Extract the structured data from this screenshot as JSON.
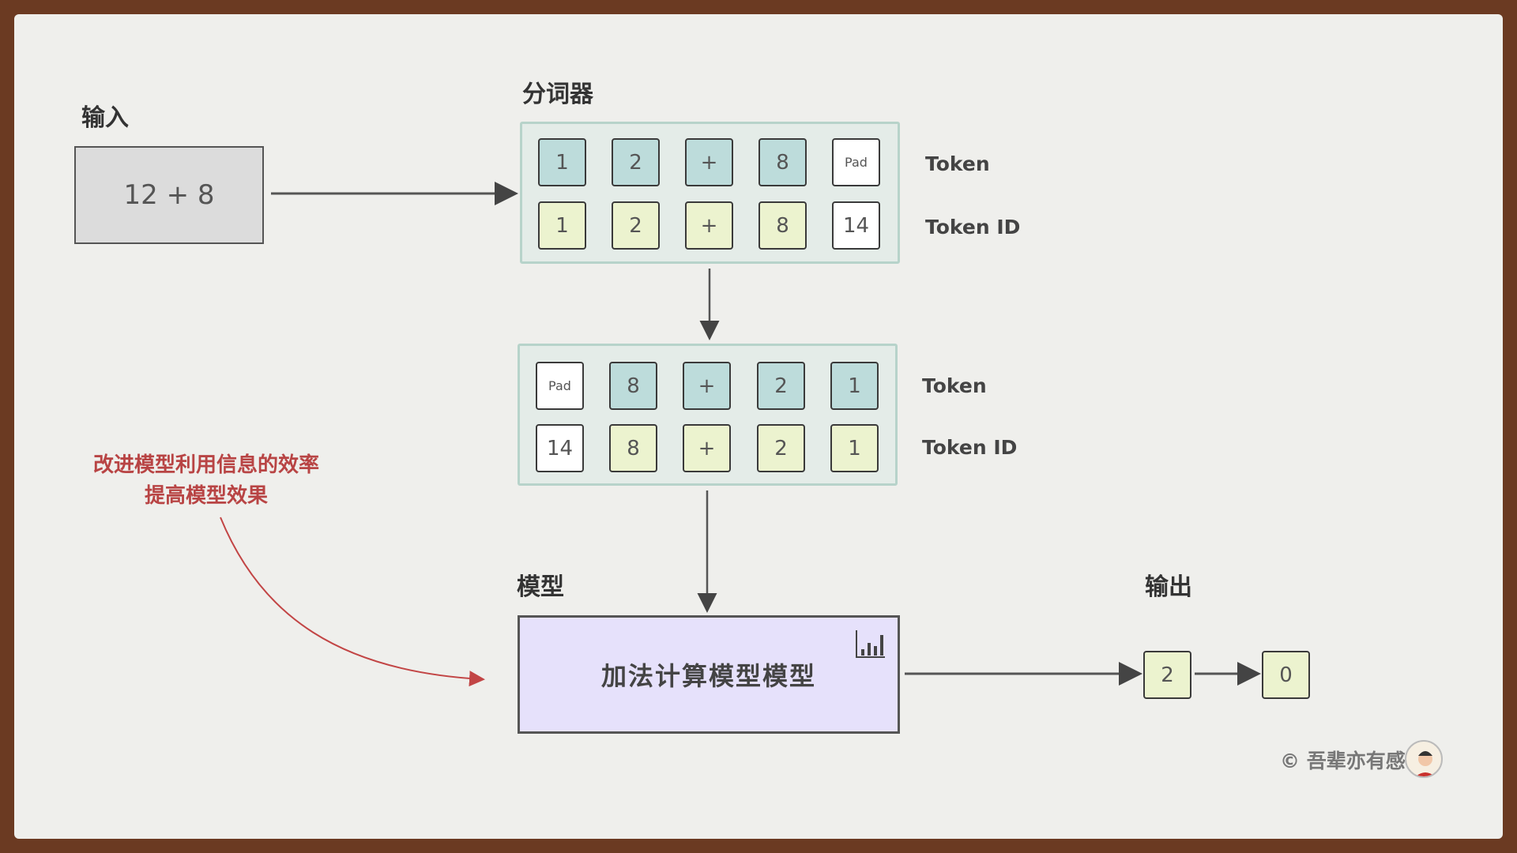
{
  "input": {
    "label": "输入",
    "value": "12 + 8"
  },
  "tokenizer": {
    "label": "分词器",
    "row_labels": {
      "token": "Token",
      "token_id": "Token ID"
    },
    "before": {
      "tokens": [
        "1",
        "2",
        "+",
        "8",
        "Pad"
      ],
      "ids": [
        "1",
        "2",
        "+",
        "8",
        "14"
      ]
    },
    "after": {
      "tokens": [
        "Pad",
        "8",
        "+",
        "2",
        "1"
      ],
      "ids": [
        "14",
        "8",
        "+",
        "2",
        "1"
      ]
    }
  },
  "model": {
    "label": "模型",
    "name": "加法计算模型模型",
    "icon": "bar-chart-icon"
  },
  "output": {
    "label": "输出",
    "values": [
      "2",
      "0"
    ]
  },
  "annotation": {
    "line1": "改进模型利用信息的效率",
    "line2": "提高模型效果"
  },
  "signature": "© 吾辈亦有感",
  "colors": {
    "token": "#bddcdb",
    "token_id": "#ecf3cf",
    "pad": "#ffffff",
    "model": "#e6e1fb",
    "annotation": "#b84444"
  }
}
